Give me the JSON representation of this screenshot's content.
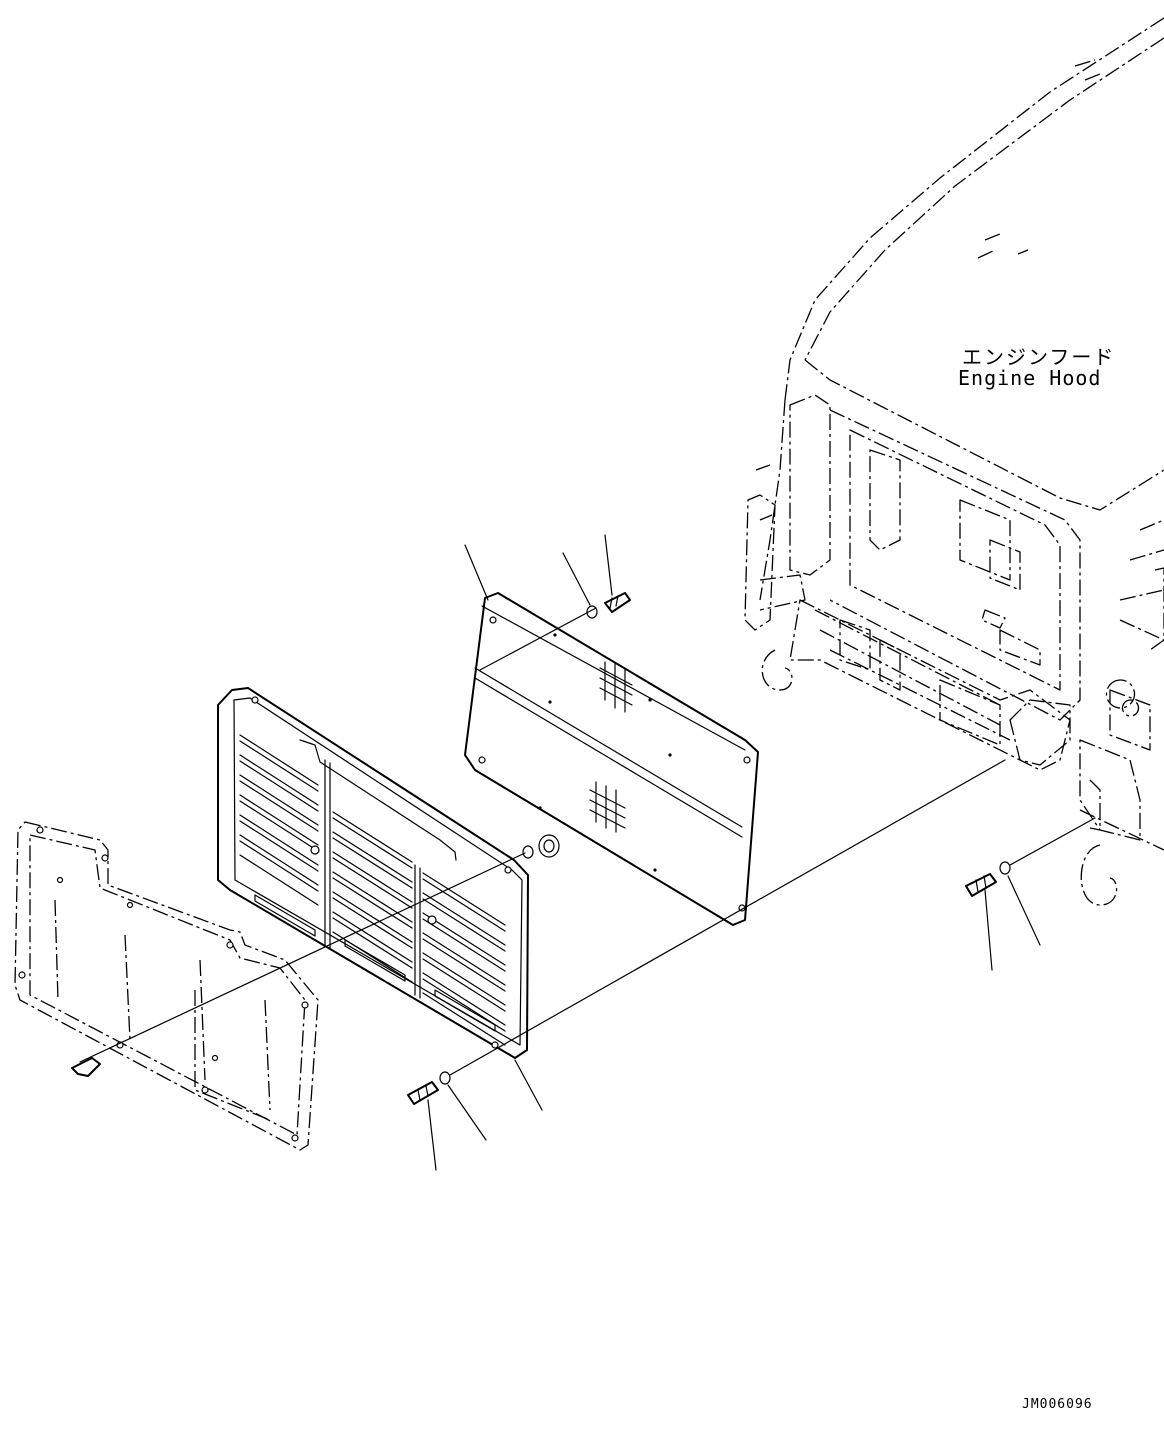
{
  "labels": {
    "engine_hood_ja": "エンジンフード",
    "engine_hood_en": "Engine Hood",
    "drawing_id": "JM006096"
  },
  "colors": {
    "line": "#000000",
    "background": "#ffffff"
  }
}
